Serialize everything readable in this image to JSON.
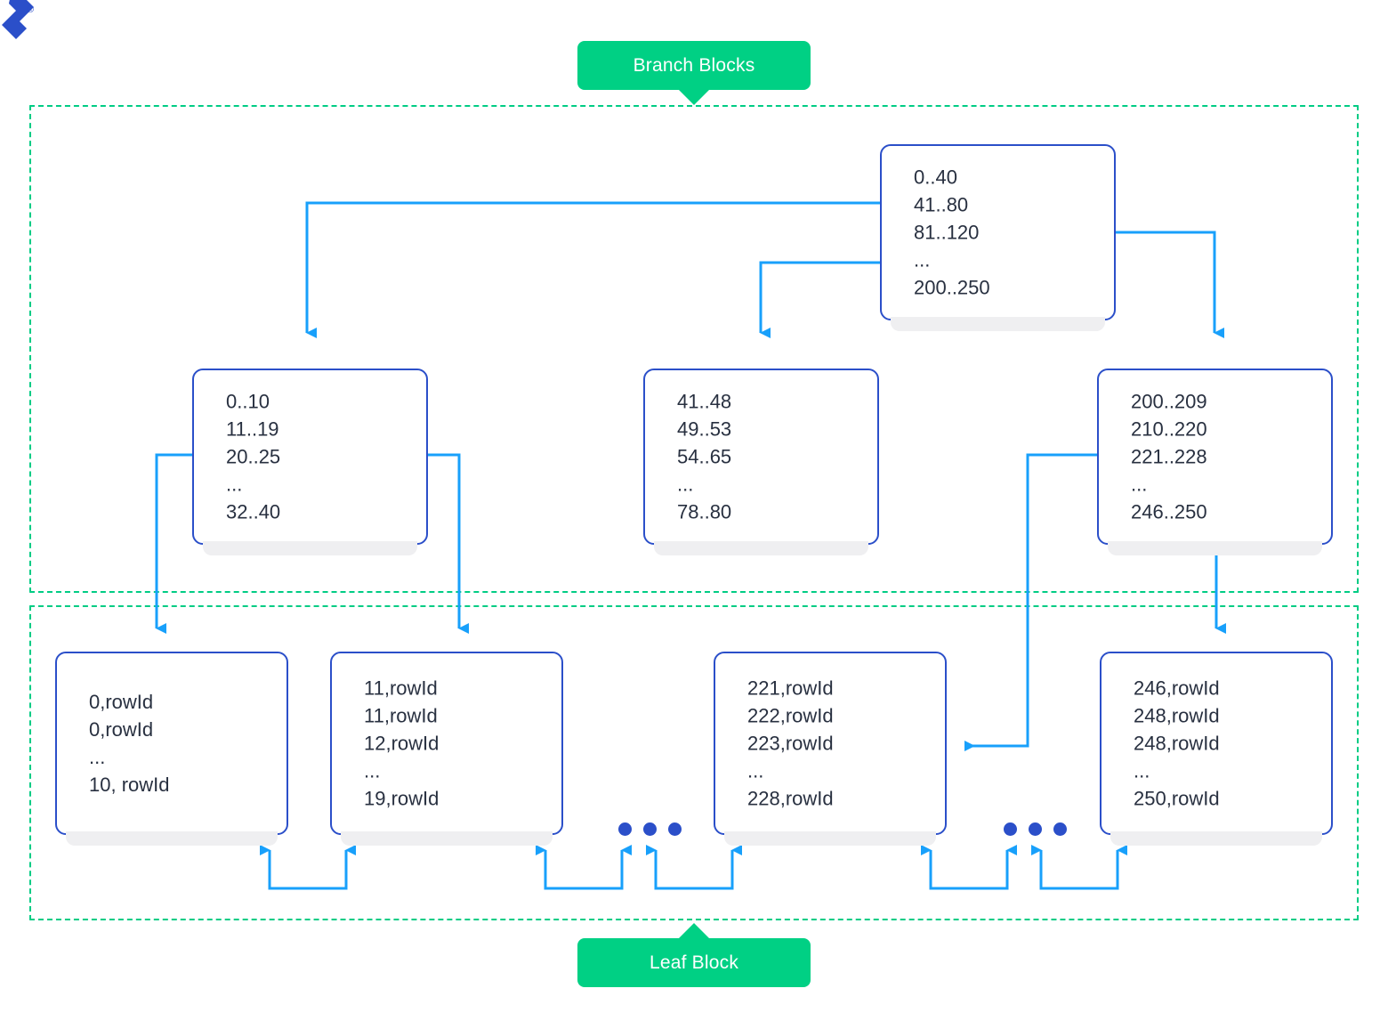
{
  "logo": {
    "mark": "toptal-logo-icon",
    "registered_mark": "®"
  },
  "labels": {
    "branch": "Branch Blocks",
    "leaf": "Leaf Block"
  },
  "colors": {
    "accent_green": "#00D084",
    "node_border_blue": "#2B4FC9",
    "connector_blue": "#18A0FB",
    "dashed_region": "#00CC84",
    "text": "#283040",
    "shadow": "#EFEFF1"
  },
  "branch_blocks": {
    "root": {
      "name": "root-branch-block",
      "entries": [
        "0..40",
        "41..80",
        "81..120",
        "...",
        "200..250"
      ]
    },
    "children": [
      {
        "name": "branch-block-1",
        "entries": [
          "0..10",
          "11..19",
          "20..25",
          "...",
          "32..40"
        ]
      },
      {
        "name": "branch-block-2",
        "entries": [
          "41..48",
          "49..53",
          "54..65",
          "...",
          "78..80"
        ]
      },
      {
        "name": "branch-block-3",
        "entries": [
          "200..209",
          "210..220",
          "221..228",
          "...",
          "246..250"
        ]
      }
    ]
  },
  "leaf_blocks": [
    {
      "name": "leaf-block-1",
      "entries": [
        "0,rowId",
        "0,rowId",
        "...",
        "10, rowId"
      ]
    },
    {
      "name": "leaf-block-2",
      "entries": [
        "11,rowId",
        "11,rowId",
        "12,rowId",
        "...",
        "19,rowId"
      ]
    },
    {
      "name": "leaf-block-3",
      "entries": [
        "221,rowId",
        "222,rowId",
        "223,rowId",
        "...",
        "228,rowId"
      ]
    },
    {
      "name": "leaf-block-4",
      "entries": [
        "246,rowId",
        "248,rowId",
        "248,rowId",
        "...",
        "250,rowId"
      ]
    }
  ],
  "ellipsis_groups": [
    {
      "name": "leaf-ellipsis-1",
      "dots": 3
    },
    {
      "name": "leaf-ellipsis-2",
      "dots": 3
    }
  ]
}
